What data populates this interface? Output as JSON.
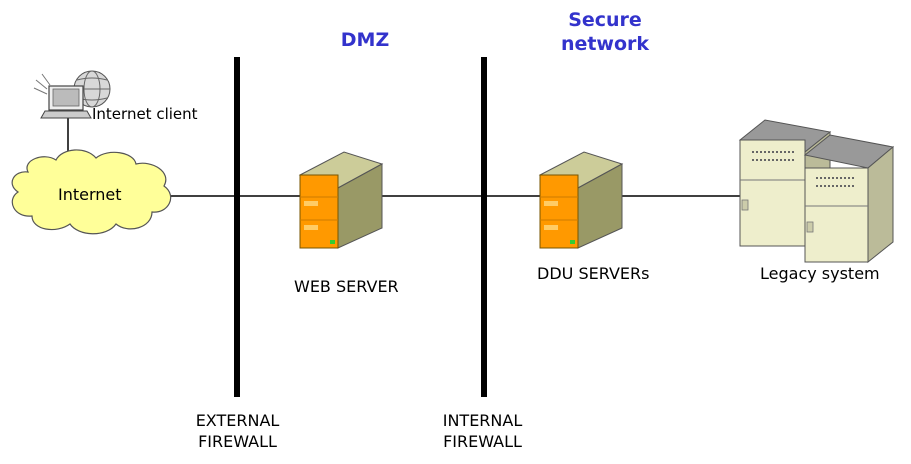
{
  "zones": {
    "dmz": "DMZ",
    "secure_line1": "Secure",
    "secure_line2": "network"
  },
  "nodes": {
    "internet_client": "Internet client",
    "internet": "Internet",
    "web_server": "WEB SERVER",
    "ddu_servers": "DDU SERVERs",
    "legacy_system": "Legacy system"
  },
  "firewalls": {
    "external_line1": "EXTERNAL",
    "external_line2": "FIREWALL",
    "internal_line1": "INTERNAL",
    "internal_line2": "FIREWALL"
  },
  "colors": {
    "zone_label": "#3333cc",
    "firewall": "#000000",
    "cloud_fill": "#ffff99",
    "server_front": "#ff9900",
    "server_top": "#cccc99",
    "legacy_body": "#eeeecc",
    "legacy_top": "#999999"
  }
}
